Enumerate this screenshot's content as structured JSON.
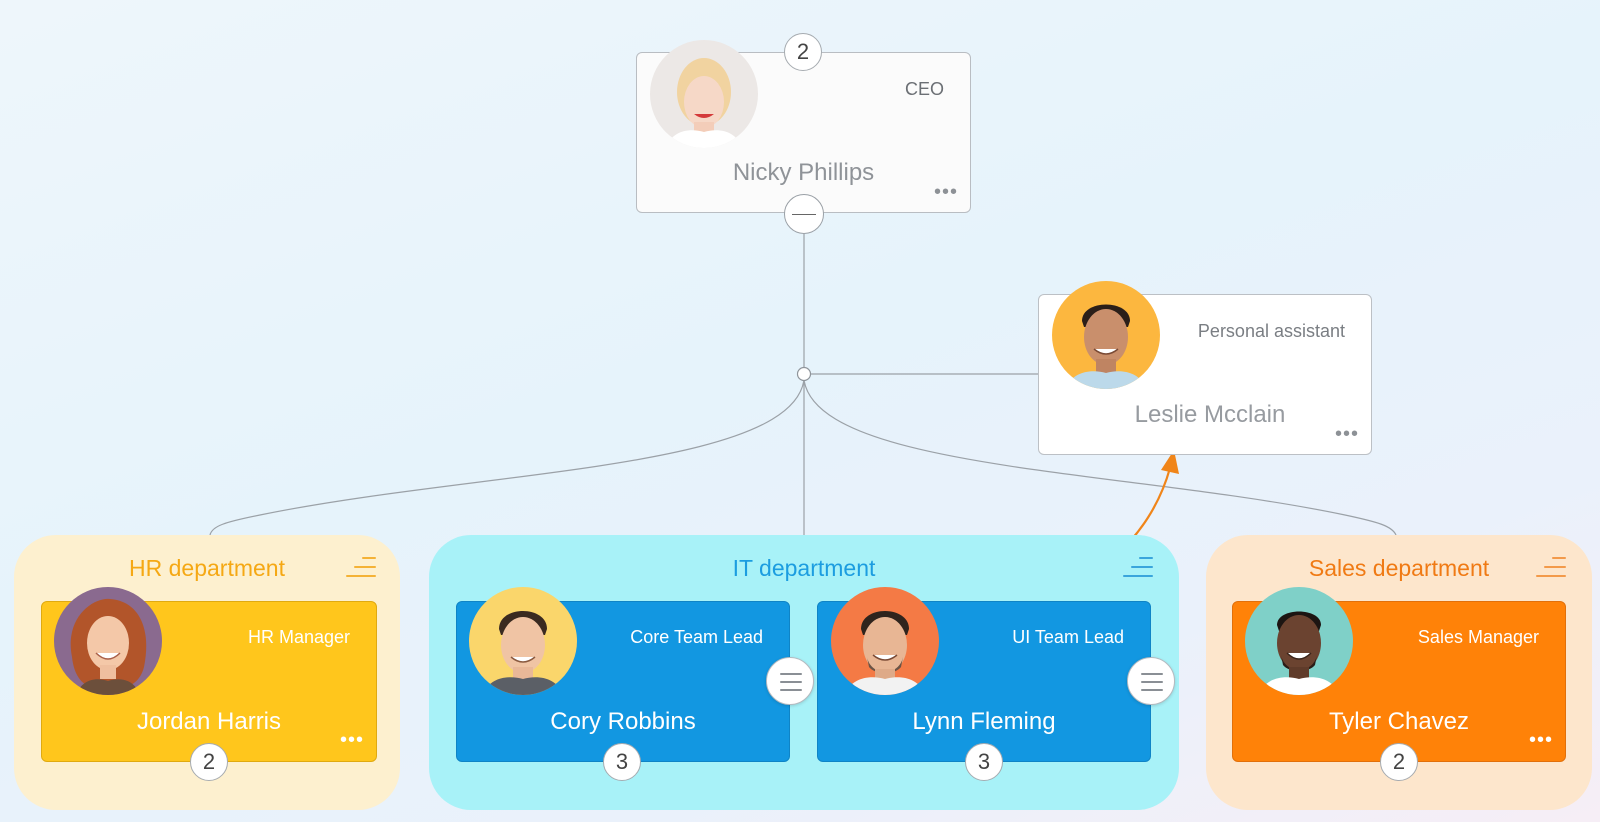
{
  "ceo": {
    "role": "CEO",
    "name": "Nicky Phillips",
    "count": "2",
    "more": "•••"
  },
  "assistant": {
    "role": "Personal assistant",
    "name": "Leslie Mcclain",
    "more": "•••"
  },
  "departments": {
    "hr": {
      "title": "HR department",
      "color": "#f5a814"
    },
    "it": {
      "title": "IT department",
      "color": "#1c9de0"
    },
    "sales": {
      "title": "Sales department",
      "color": "#f07a14"
    }
  },
  "employees": {
    "jordan": {
      "role": "HR Manager",
      "name": "Jordan Harris",
      "count": "2",
      "more": "•••"
    },
    "cory": {
      "role": "Core Team Lead",
      "name": "Cory Robbins",
      "count": "3"
    },
    "lynn": {
      "role": "UI Team Lead",
      "name": "Lynn Fleming",
      "count": "3"
    },
    "tyler": {
      "role": "Sales Manager",
      "name": "Tyler Chavez",
      "count": "2",
      "more": "•••"
    }
  },
  "icons": {
    "collapse": "minus-circle-icon",
    "expand_menu": "hamburger-icon",
    "dept_menu": "align-lines-icon",
    "more": "ellipsis-icon",
    "link_arrow": "curved-arrow-icon"
  },
  "colors": {
    "accent_arrow": "#f08519",
    "hr_card": "#ffc61c",
    "it_card": "#1297e1",
    "sales_card": "#ff8208",
    "hr_group": "#fdf0cf",
    "it_group": "#a8f2f8",
    "sales_group": "#fde6cc"
  }
}
